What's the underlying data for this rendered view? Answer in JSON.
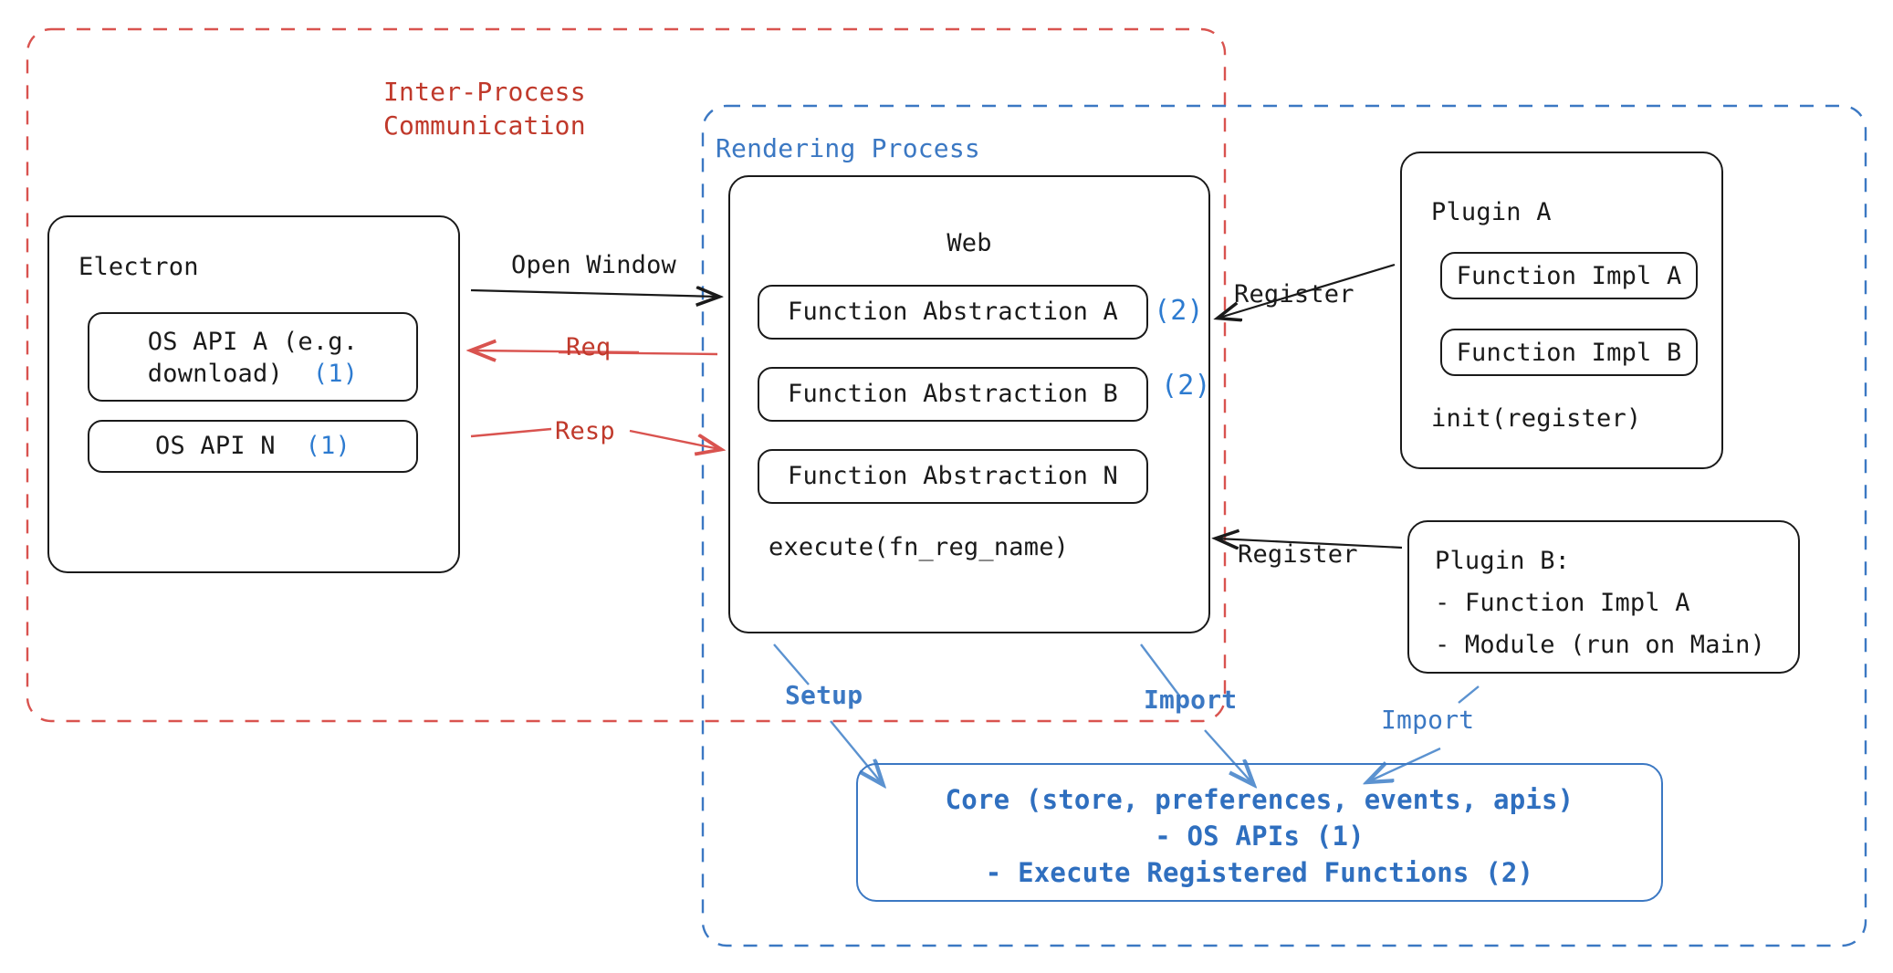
{
  "regions": {
    "ipc": {
      "title_line1": "Inter-Process",
      "title_line2": "Communication",
      "color": "#c0392b",
      "style": "dashed"
    },
    "rendering_process": {
      "title": "Rendering Process",
      "color": "#3b78c3",
      "style": "dashed"
    }
  },
  "nodes": {
    "electron": {
      "title": "Electron",
      "children": [
        {
          "label": "OS API A (e.g.\ndownload)",
          "marker": "(1)"
        },
        {
          "label": "OS API N",
          "marker": "(1)"
        }
      ]
    },
    "web": {
      "title": "Web",
      "children": [
        {
          "label": "Function Abstraction A",
          "marker": "(2)"
        },
        {
          "label": "Function Abstraction B",
          "marker": "(2)"
        },
        {
          "label": "Function Abstraction N",
          "marker": ""
        }
      ],
      "footer": "execute(fn_reg_name)"
    },
    "plugin_a": {
      "title": "Plugin A",
      "children": [
        {
          "label": "Function Impl A"
        },
        {
          "label": "Function Impl B"
        }
      ],
      "footer": "init(register)"
    },
    "plugin_b": {
      "title": "Plugin B:",
      "line2": "- Function Impl A",
      "line3": "- Module (run on Main)"
    },
    "core": {
      "line1": "Core (store, preferences, events, apis)",
      "line2": "- OS APIs (1)",
      "line3": "- Execute Registered Functions (2)",
      "color": "#2f6fbf"
    }
  },
  "edges": {
    "open_window": {
      "label": "Open Window",
      "color": "#1a1a1a"
    },
    "req": {
      "label": "Req",
      "color": "#c0392b"
    },
    "resp": {
      "label": "Resp",
      "color": "#c0392b"
    },
    "register_top": {
      "label": "Register",
      "color": "#1a1a1a"
    },
    "register_bottom": {
      "label": "Register",
      "color": "#1a1a1a"
    },
    "setup": {
      "label": "Setup",
      "color": "#3b78c3"
    },
    "import_web": {
      "label": "Import",
      "color": "#3b78c3"
    },
    "import_plugin_b": {
      "label": "Import",
      "color": "#3b78c3"
    }
  }
}
